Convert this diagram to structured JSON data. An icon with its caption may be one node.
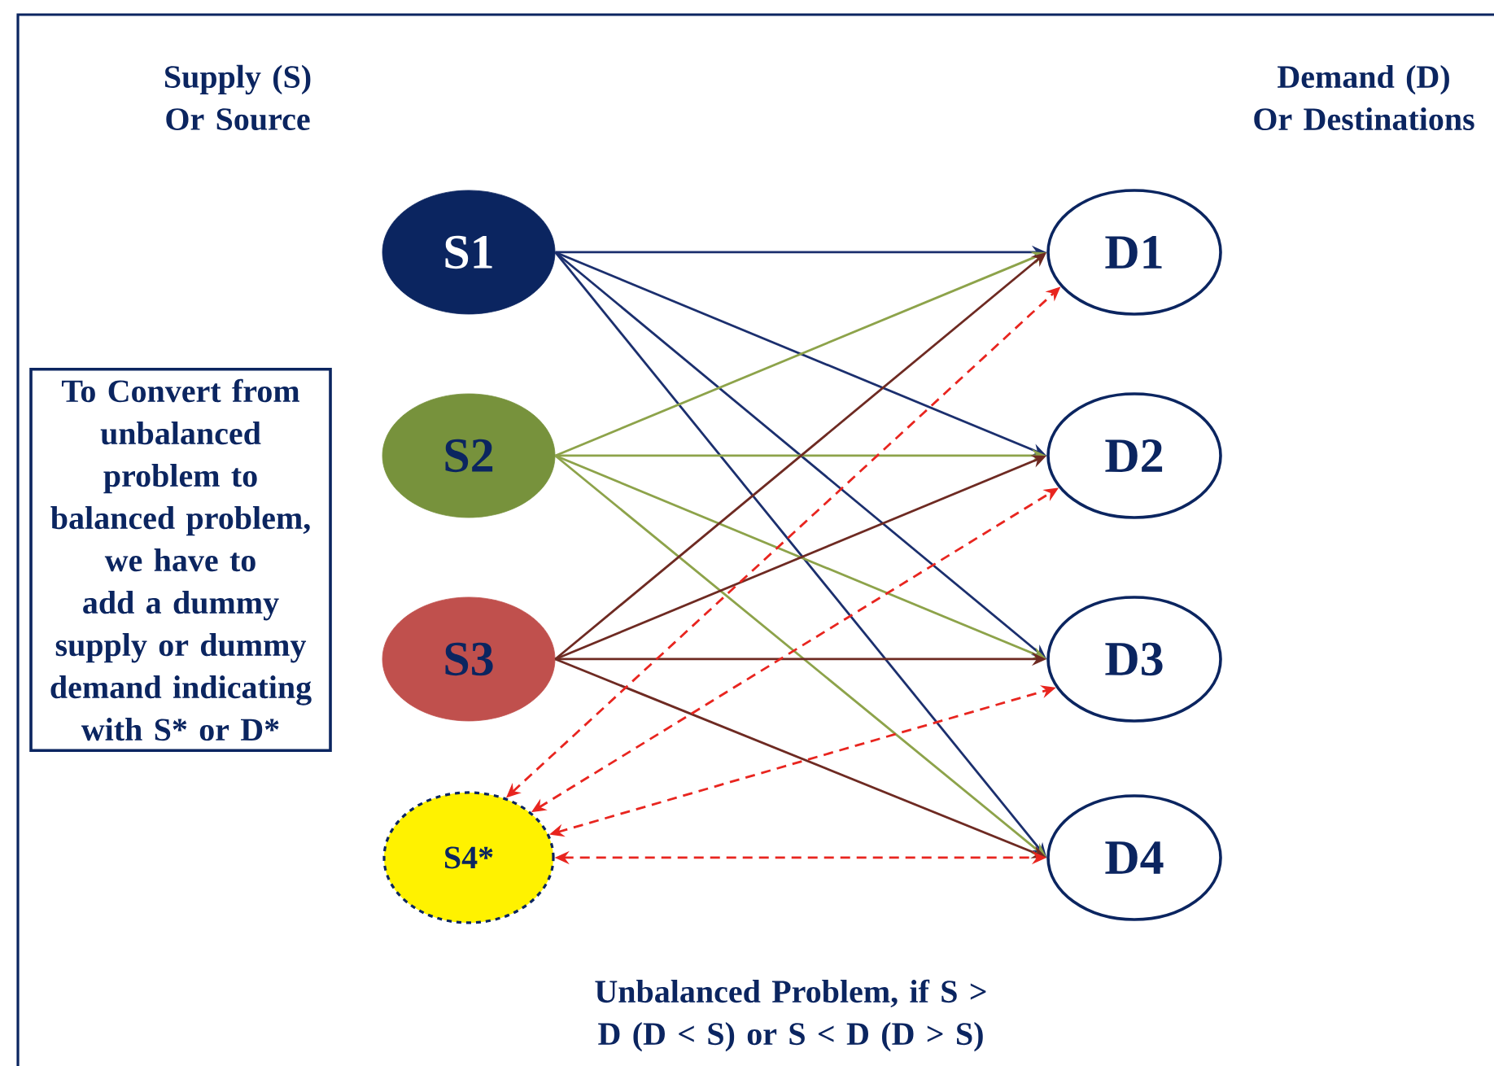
{
  "diagram": {
    "nodes": [
      {
        "text": [
          "S1"
        ]
      },
      {
        "text": [
          "S2"
        ]
      },
      {
        "text": [
          "S3"
        ]
      },
      {
        "text": [
          "S4*"
        ]
      },
      {
        "text": [
          "D1"
        ]
      },
      {
        "text": [
          "D2"
        ]
      },
      {
        "text": [
          "D3"
        ]
      },
      {
        "text": [
          "D4"
        ]
      },
      {
        "text": [
          "To Convert from unbalanced problem to balanced problem, we have to add a dummy supply or dummy demand indicating with S* or D*"
        ]
      }
    ],
    "edges": [
      {
        "from": 0,
        "to": 4,
        "arrow": "to",
        "color": "#1b2f6e"
      },
      {
        "from": 0,
        "to": 5,
        "arrow": "to",
        "color": "#1b2f6e"
      },
      {
        "from": 0,
        "to": 6,
        "arrow": "to",
        "color": "#1b2f6e"
      },
      {
        "from": 0,
        "to": 7,
        "arrow": "to",
        "color": "#1b2f6e"
      },
      {
        "from": 1,
        "to": 4,
        "arrow": "to",
        "color": "#8da34a"
      },
      {
        "from": 1,
        "to": 5,
        "arrow": "to",
        "color": "#8da34a"
      },
      {
        "from": 1,
        "to": 6,
        "arrow": "to",
        "color": "#8da34a"
      },
      {
        "from": 1,
        "to": 7,
        "arrow": "to",
        "color": "#8da34a"
      },
      {
        "from": 2,
        "to": 4,
        "arrow": "to",
        "color": "#6e2a22"
      },
      {
        "from": 2,
        "to": 5,
        "arrow": "to",
        "color": "#6e2a22"
      },
      {
        "from": 2,
        "to": 6,
        "arrow": "to",
        "color": "#6e2a22"
      },
      {
        "from": 2,
        "to": 7,
        "arrow": "to",
        "color": "#6e2a22"
      },
      {
        "from": 3,
        "to": 4,
        "arrow": "both",
        "style": "dashed",
        "color": "#e8251f"
      },
      {
        "from": 3,
        "to": 5,
        "arrow": "both",
        "style": "dashed",
        "color": "#e8251f"
      },
      {
        "from": 3,
        "to": 6,
        "arrow": "both",
        "style": "dashed",
        "color": "#e8251f"
      },
      {
        "from": 3,
        "to": 7,
        "arrow": "both",
        "style": "dashed",
        "color": "#e8251f"
      }
    ],
    "labels": [
      "Supply (S) Or Source",
      "Demand (D) Or Destinations",
      "Unbalanced Problem, if S > D (D < S) or S < D (D > S)"
    ]
  }
}
